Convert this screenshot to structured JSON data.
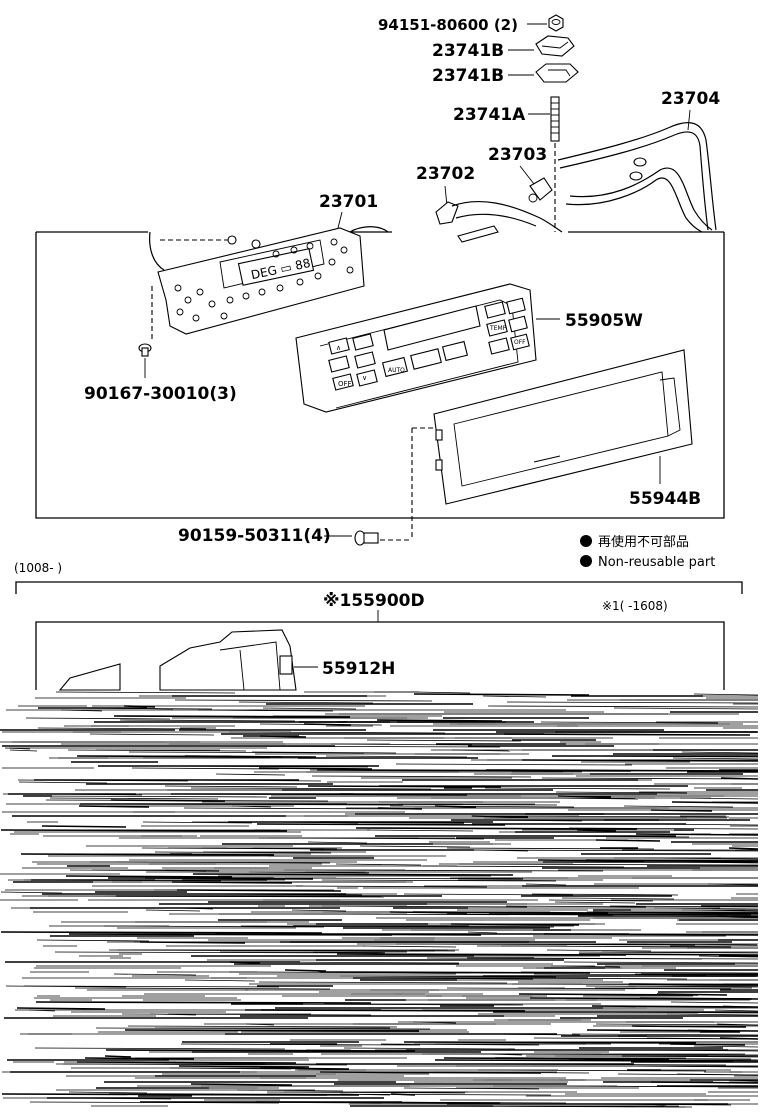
{
  "parts": {
    "p94151": "94151-80600 (2)",
    "p23741b_1": "23741B",
    "p23741b_2": "23741B",
    "p23741a": "23741A",
    "p23704": "23704",
    "p23703": "23703",
    "p23702": "23702",
    "p23701": "23701",
    "p55905w": "55905W",
    "p90167": "90167-30010(3)",
    "p55944b": "55944B",
    "p90159": "90159-50311(4)",
    "p55900d": "※155900D",
    "p55912h": "55912H"
  },
  "legend": {
    "jp": "再使用不可部品",
    "en": "Non-reusable part"
  },
  "ranges": {
    "lower_range": "(1008-      )",
    "note_range": "※1(      -1608)"
  },
  "button_glyphs": {
    "auto": "AUTO",
    "temp": "TEMP",
    "off": "OFF",
    "up": "∧",
    "down": "∨"
  }
}
